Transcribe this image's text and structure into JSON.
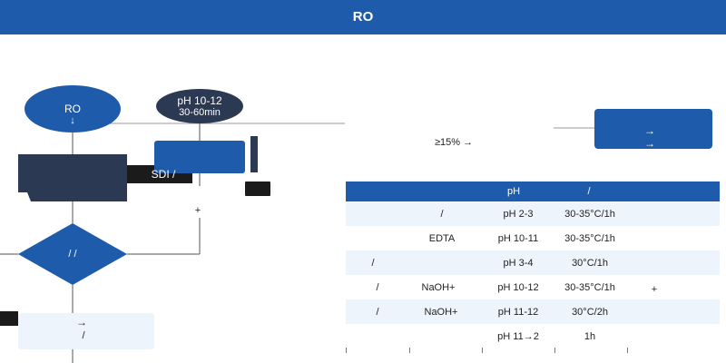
{
  "header": {
    "title": "RO"
  },
  "flow": {
    "start_label": "RO",
    "start_arrow": "↓",
    "ph_line1": "pH 10-12",
    "ph_line2": "30-60min",
    "sdi_label": "SDI /",
    "plus_label": "+",
    "diamond_label": "/ /",
    "result_arrow": "→",
    "result_slash": "/",
    "threshold_label": "≥15% →",
    "right_box_line1": "→",
    "right_box_line2": "→"
  },
  "table": {
    "headers": [
      "",
      "",
      "pH",
      "/",
      ""
    ],
    "rows": [
      [
        "",
        "/",
        "pH 2-3",
        "30-35°C/1h",
        ""
      ],
      [
        "",
        "EDTA",
        "pH 10-11",
        "30-35°C/1h",
        ""
      ],
      [
        "/",
        "",
        "pH 3-4",
        "30°C/1h",
        ""
      ],
      [
        "/",
        "NaOH+",
        "pH 10-12",
        "30-35°C/1h",
        "+"
      ],
      [
        "/",
        "NaOH+",
        "pH 11-12",
        "30°C/2h",
        ""
      ],
      [
        "",
        "",
        "pH 11→2",
        "1h",
        ""
      ]
    ]
  },
  "colors": {
    "primary": "#1f5bab",
    "dark": "#2b3a52",
    "black": "#1b1b1b",
    "light": "#eef4fc"
  }
}
